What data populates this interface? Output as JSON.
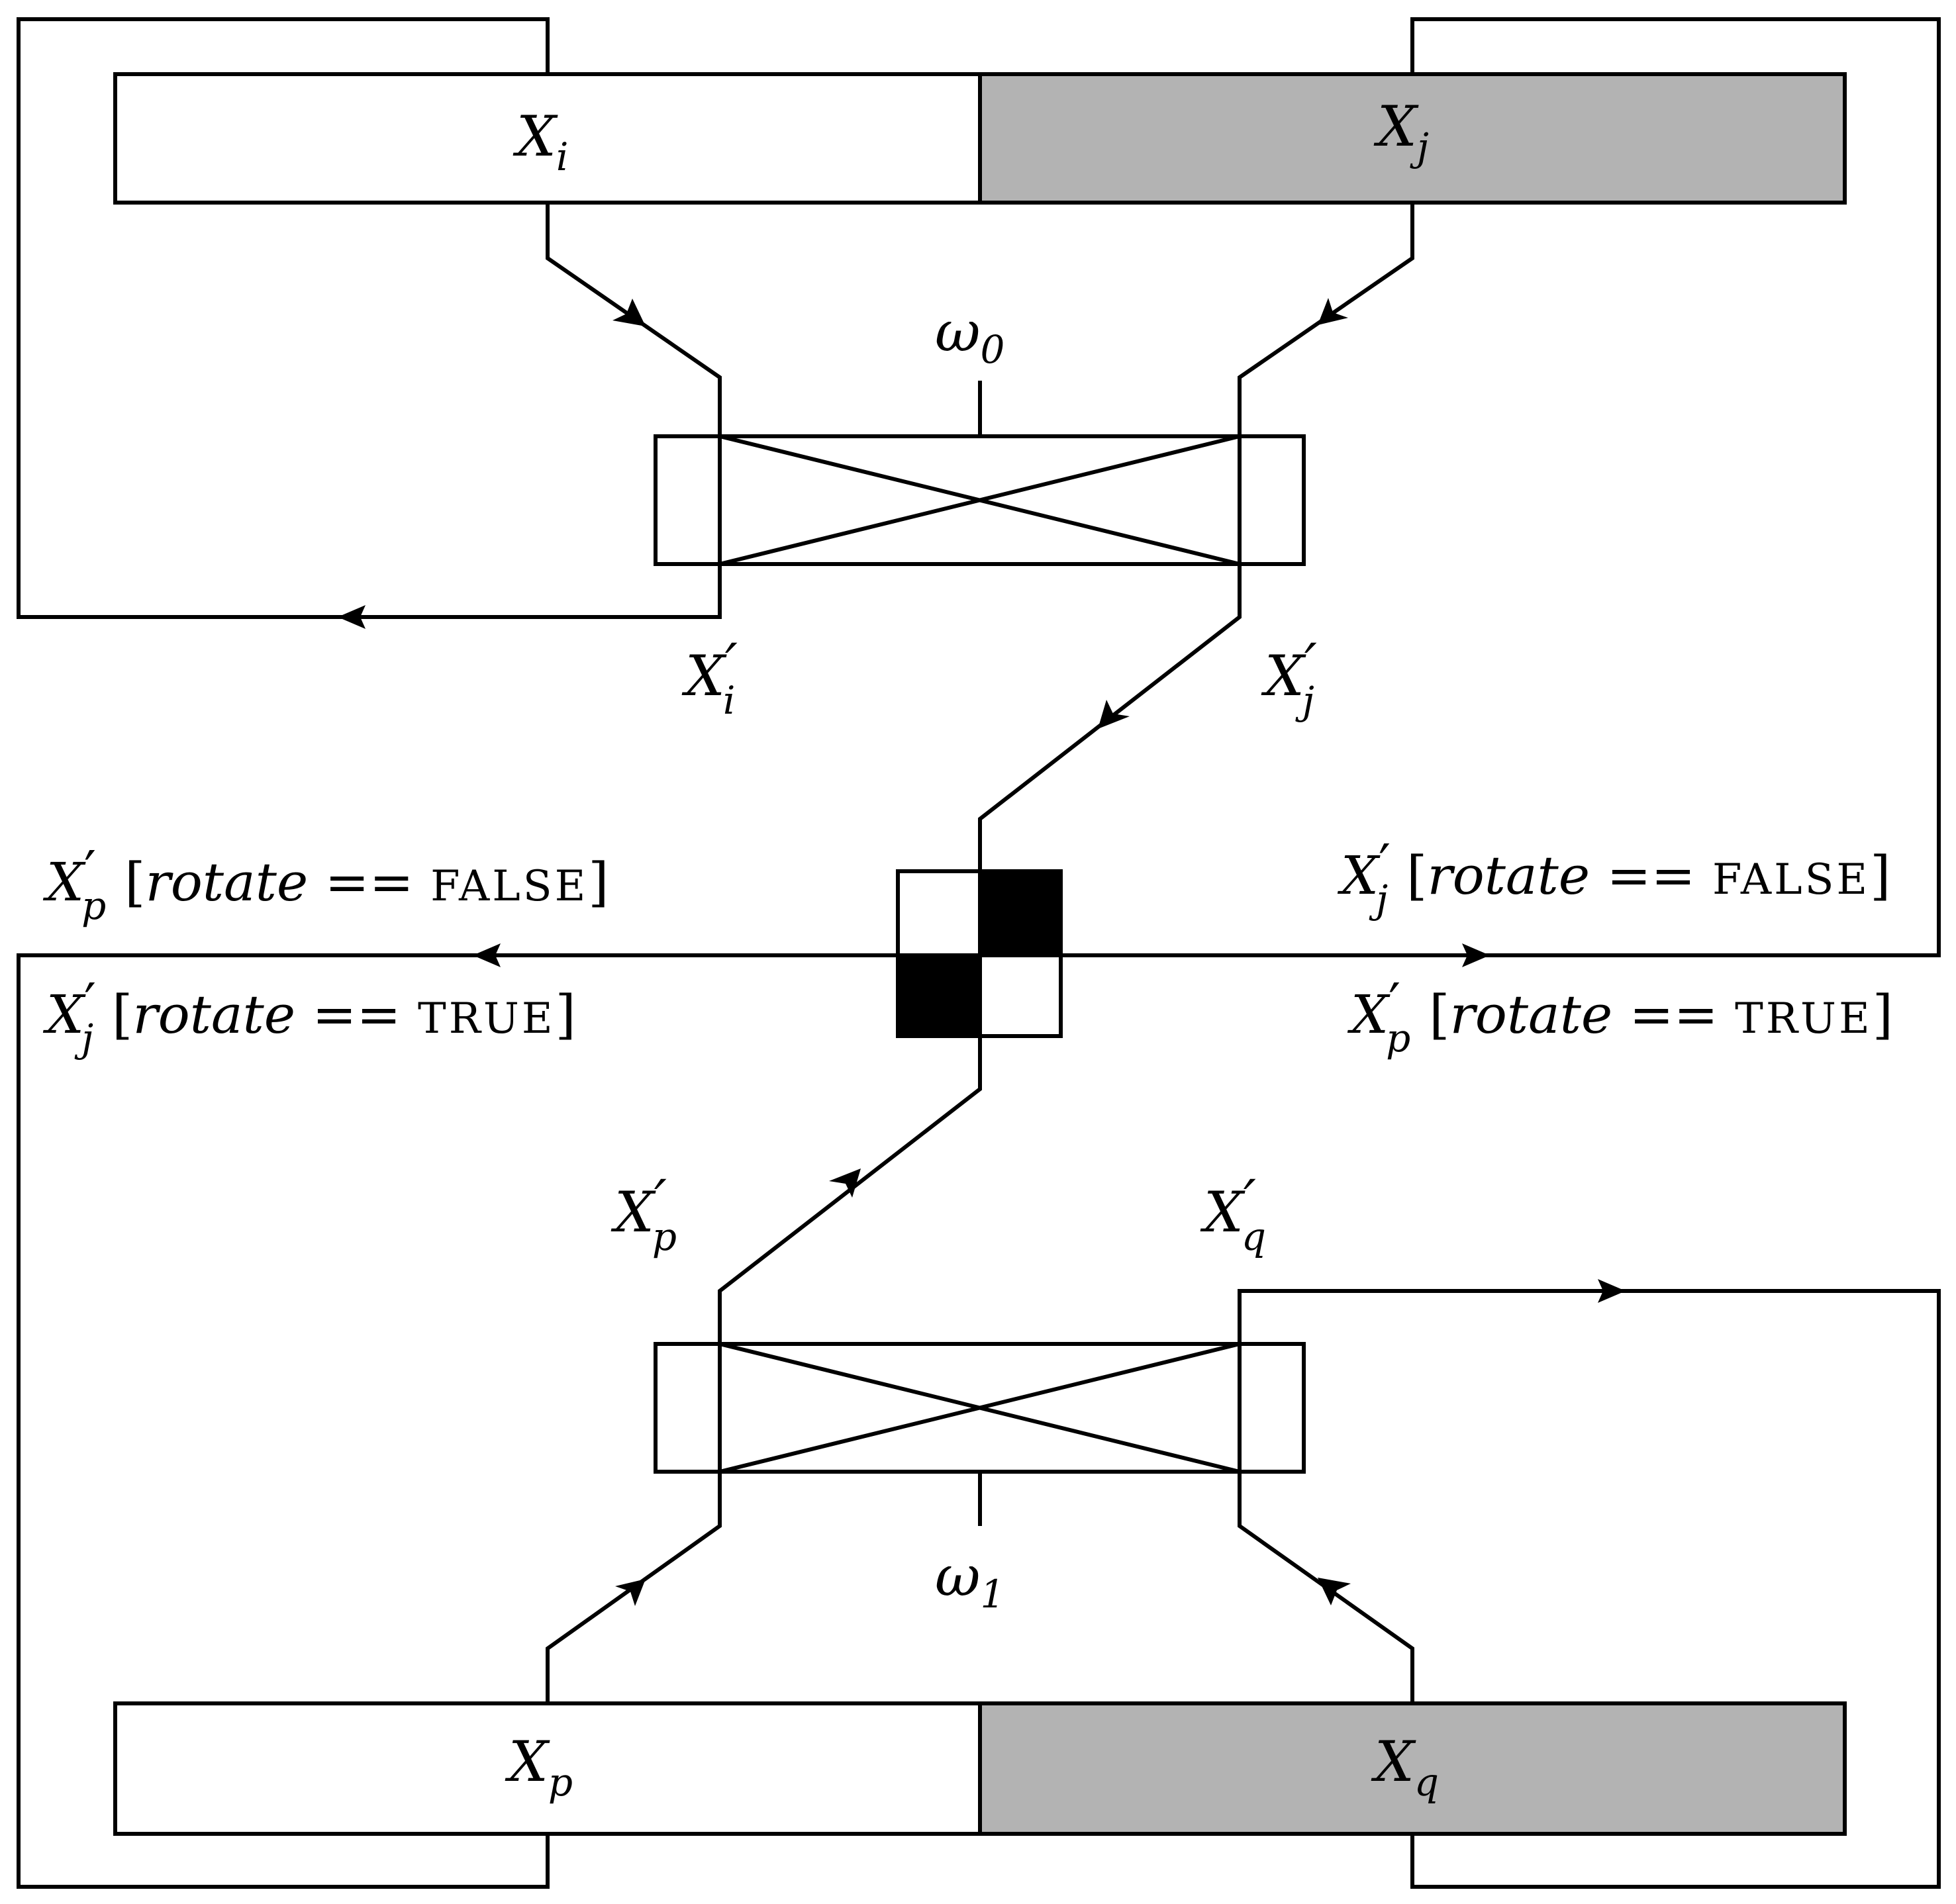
{
  "colors": {
    "stroke": "#000000",
    "fill_white": "#ffffff",
    "fill_gray": "#b3b3b3",
    "fill_black": "#000000"
  },
  "blocks": {
    "top_left": {
      "main": "X",
      "sub": "i"
    },
    "top_right": {
      "main": "X",
      "sub": "j"
    },
    "bottom_left": {
      "main": "X",
      "sub": "p"
    },
    "bottom_right": {
      "main": "X",
      "sub": "q"
    }
  },
  "mixers": {
    "top": {
      "main": "ω",
      "sub": "0"
    },
    "bottom": {
      "main": "ω",
      "sub": "1"
    }
  },
  "outputs": {
    "top_left": {
      "main": "X",
      "prime": "′",
      "sub": "i"
    },
    "top_right": {
      "main": "X",
      "prime": "′",
      "sub": "j"
    },
    "bottom_left": {
      "main": "X",
      "prime": "′",
      "sub": "p"
    },
    "bottom_right": {
      "main": "X",
      "prime": "′",
      "sub": "q"
    }
  },
  "conditions": {
    "left_top": {
      "main": "X",
      "prime": "′",
      "sub": "p",
      "open": "[",
      "var": "rotate",
      "op": " == ",
      "value": "FALSE",
      "close": "]"
    },
    "left_bottom": {
      "main": "X",
      "prime": "′",
      "sub": "j",
      "open": "[",
      "var": "rotate",
      "op": " == ",
      "value": "TRUE",
      "close": "]"
    },
    "right_top": {
      "main": "X",
      "prime": "′",
      "sub": "j",
      "open": "[",
      "var": "rotate",
      "op": " == ",
      "value": "FALSE",
      "close": "]"
    },
    "right_bottom": {
      "main": "X",
      "prime": "′",
      "sub": "p",
      "open": "[",
      "var": "rotate",
      "op": " == ",
      "value": "TRUE",
      "close": "]"
    }
  }
}
